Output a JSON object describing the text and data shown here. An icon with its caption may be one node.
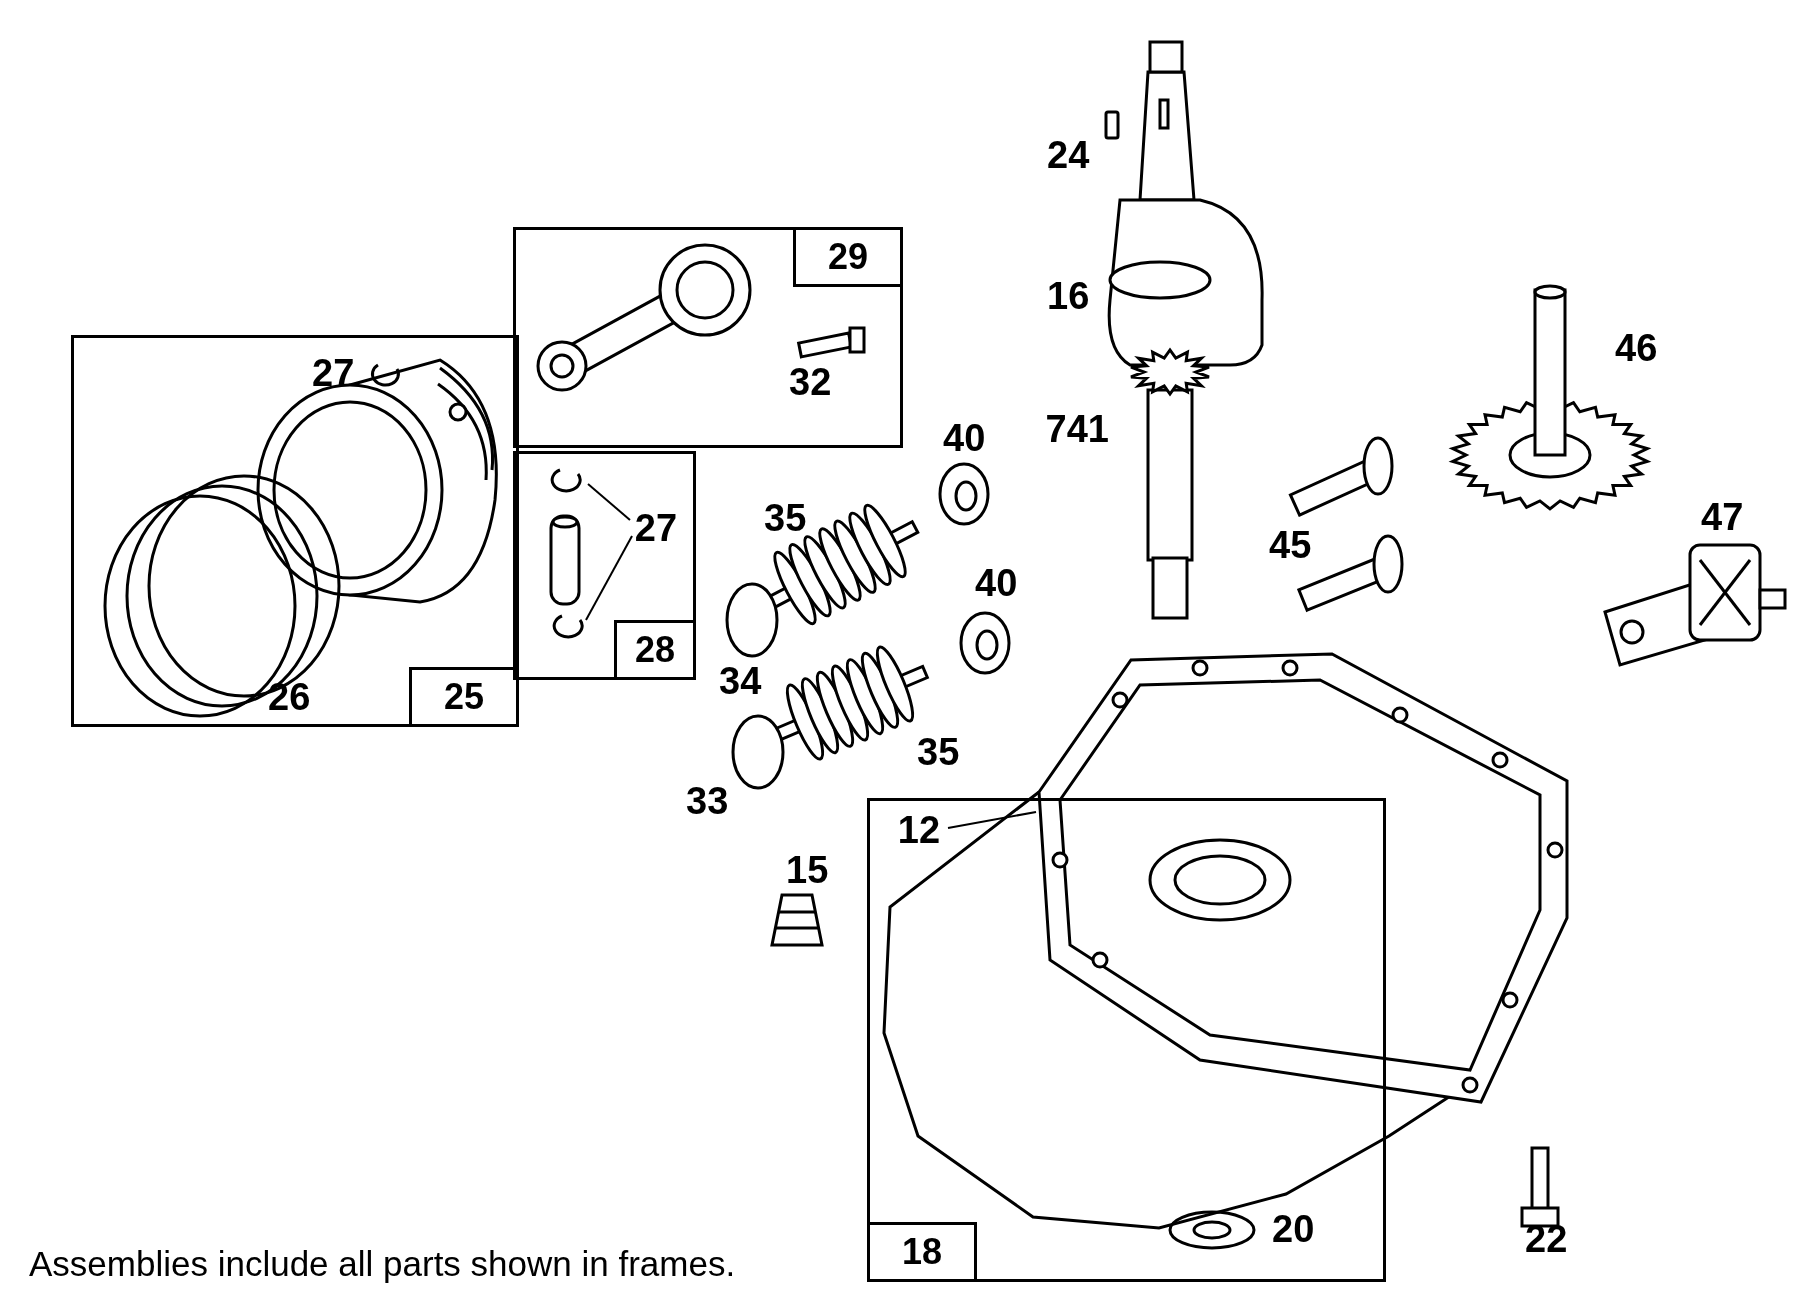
{
  "diagram": {
    "caption": "Assemblies include all parts shown in frames.",
    "nodes": [
      {
        "text": [
          "29"
        ]
      },
      {
        "text": [
          "25"
        ]
      },
      {
        "text": [
          "28"
        ]
      },
      {
        "text": [
          "27"
        ],
        "in": 2
      },
      {
        "text": [],
        "shape": "picture",
        "in": 2
      },
      {
        "text": [],
        "shape": "picture",
        "in": 2
      },
      {
        "text": [
          "18"
        ]
      },
      {
        "text": [
          "12"
        ],
        "in": 6
      }
    ],
    "edges": [
      {
        "from": 3,
        "to": 4,
        "arrow": "none"
      },
      {
        "from": 3,
        "to": 5,
        "arrow": "none"
      },
      {
        "from": 7,
        "to": null,
        "arrow": "none"
      }
    ],
    "labels": [
      "24",
      "16",
      "27",
      "32",
      "46",
      "741",
      "40",
      "35",
      "45",
      "47",
      "40",
      "34",
      "26",
      "35",
      "33",
      "15",
      "20",
      "22"
    ]
  }
}
